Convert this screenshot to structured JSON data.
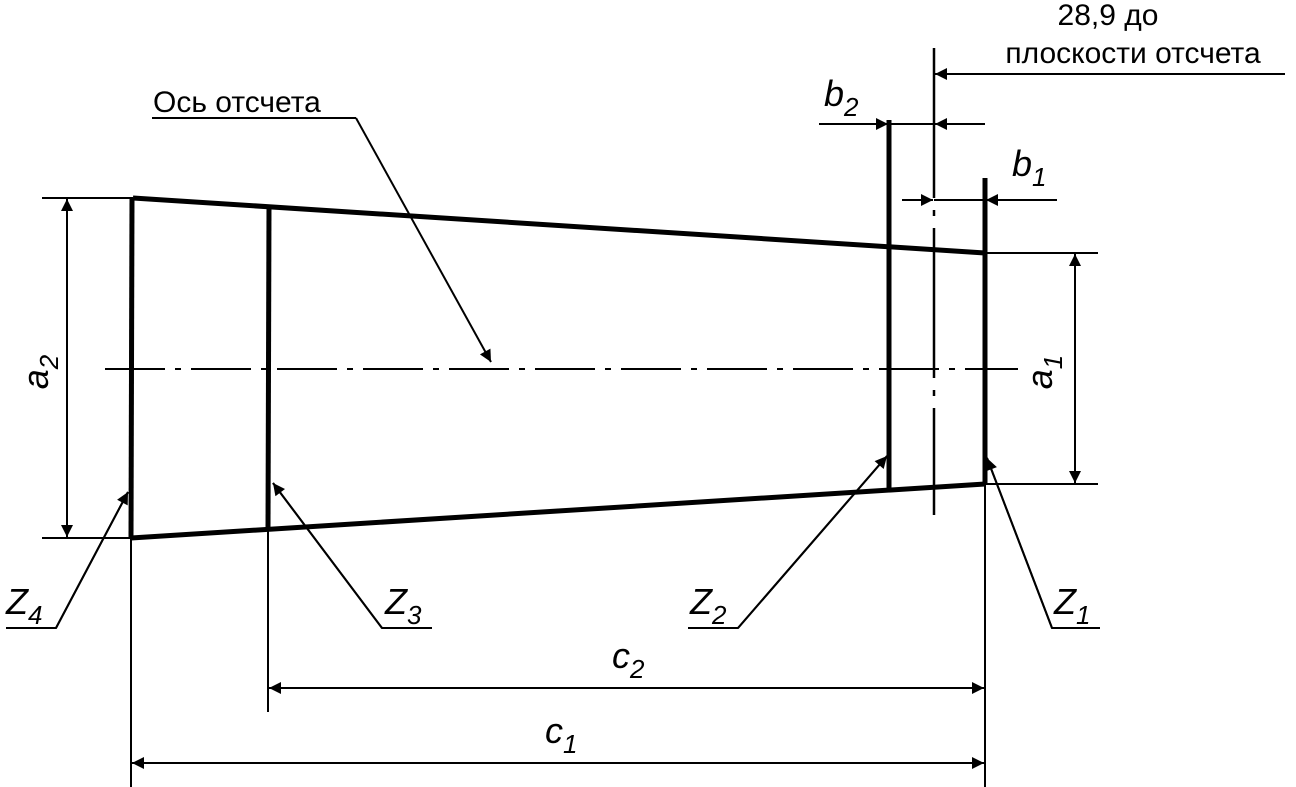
{
  "diagram": {
    "axis_label": "Ось отсчета",
    "reference_note_line1": "28,9 до",
    "reference_note_line2": "плоскости отсчета",
    "dimensions": {
      "a1": {
        "letter": "a",
        "sub": "1"
      },
      "a2": {
        "letter": "a",
        "sub": "2"
      },
      "b1": {
        "letter": "b",
        "sub": "1"
      },
      "b2": {
        "letter": "b",
        "sub": "2"
      },
      "c1": {
        "letter": "c",
        "sub": "1"
      },
      "c2": {
        "letter": "c",
        "sub": "2"
      }
    },
    "zones": {
      "z1": {
        "letter": "Z",
        "sub": "1"
      },
      "z2": {
        "letter": "Z",
        "sub": "2"
      },
      "z3": {
        "letter": "Z",
        "sub": "3"
      },
      "z4": {
        "letter": "Z",
        "sub": "4"
      }
    }
  }
}
